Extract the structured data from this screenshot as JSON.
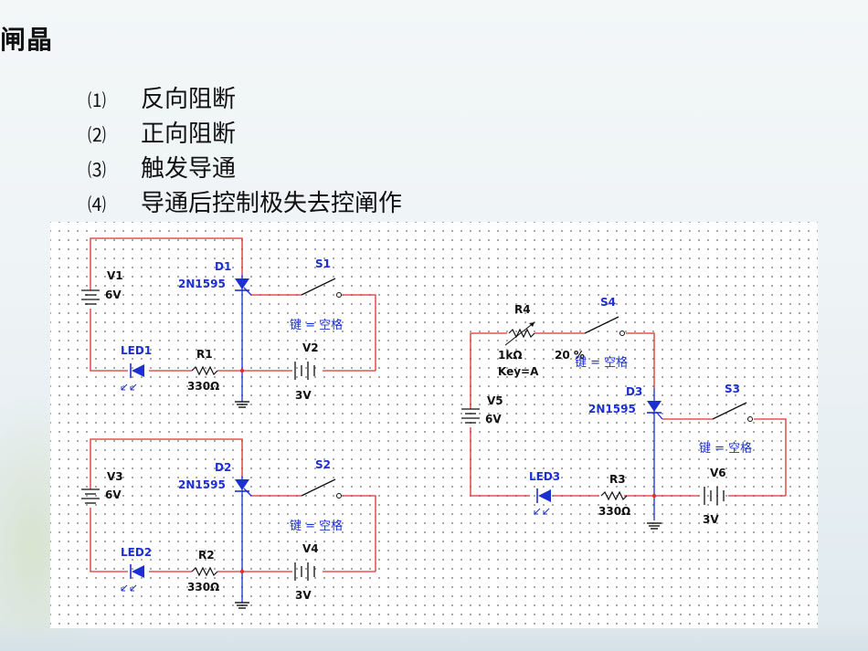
{
  "slide": {
    "title": "闸晶",
    "items": [
      {
        "num": "⑴",
        "text": "反向阻断"
      },
      {
        "num": "⑵",
        "text": "正向阻断"
      },
      {
        "num": "⑶",
        "text": "触发导通"
      },
      {
        "num": "⑷",
        "text": "导通后控制极失去控阐作"
      }
    ]
  },
  "circuits": {
    "c1": {
      "battery": "V1",
      "battery_value": "6V",
      "thyristor": "D1",
      "thyristor_model": "2N1595",
      "switch": "S1",
      "switch_key": "键 = 空格",
      "led": "LED1",
      "resistor": "R1",
      "resistor_value": "330Ω",
      "gate_battery": "V2",
      "gate_battery_value": "3V"
    },
    "c2": {
      "battery": "V3",
      "battery_value": "6V",
      "thyristor": "D2",
      "thyristor_model": "2N1595",
      "switch": "S2",
      "switch_key": "键 = 空格",
      "led": "LED2",
      "resistor": "R2",
      "resistor_value": "330Ω",
      "gate_battery": "V4",
      "gate_battery_value": "3V"
    },
    "c3": {
      "pot": "R4",
      "pot_value": "1kΩ",
      "pot_key": "Key=A",
      "pot_percent": "20 %",
      "switch_a": "S4",
      "switch_a_key": "键 = 空格",
      "battery": "V5",
      "battery_value": "6V",
      "thyristor": "D3",
      "thyristor_model": "2N1595",
      "switch_b": "S3",
      "switch_b_key": "键 = 空格",
      "led": "LED3",
      "resistor": "R3",
      "resistor_value": "330Ω",
      "gate_battery": "V6",
      "gate_battery_value": "3V"
    }
  },
  "colors": {
    "wire": "#e03030",
    "component": "#1c2fd0",
    "label": "#1c2fd0",
    "ground": "#111111"
  }
}
